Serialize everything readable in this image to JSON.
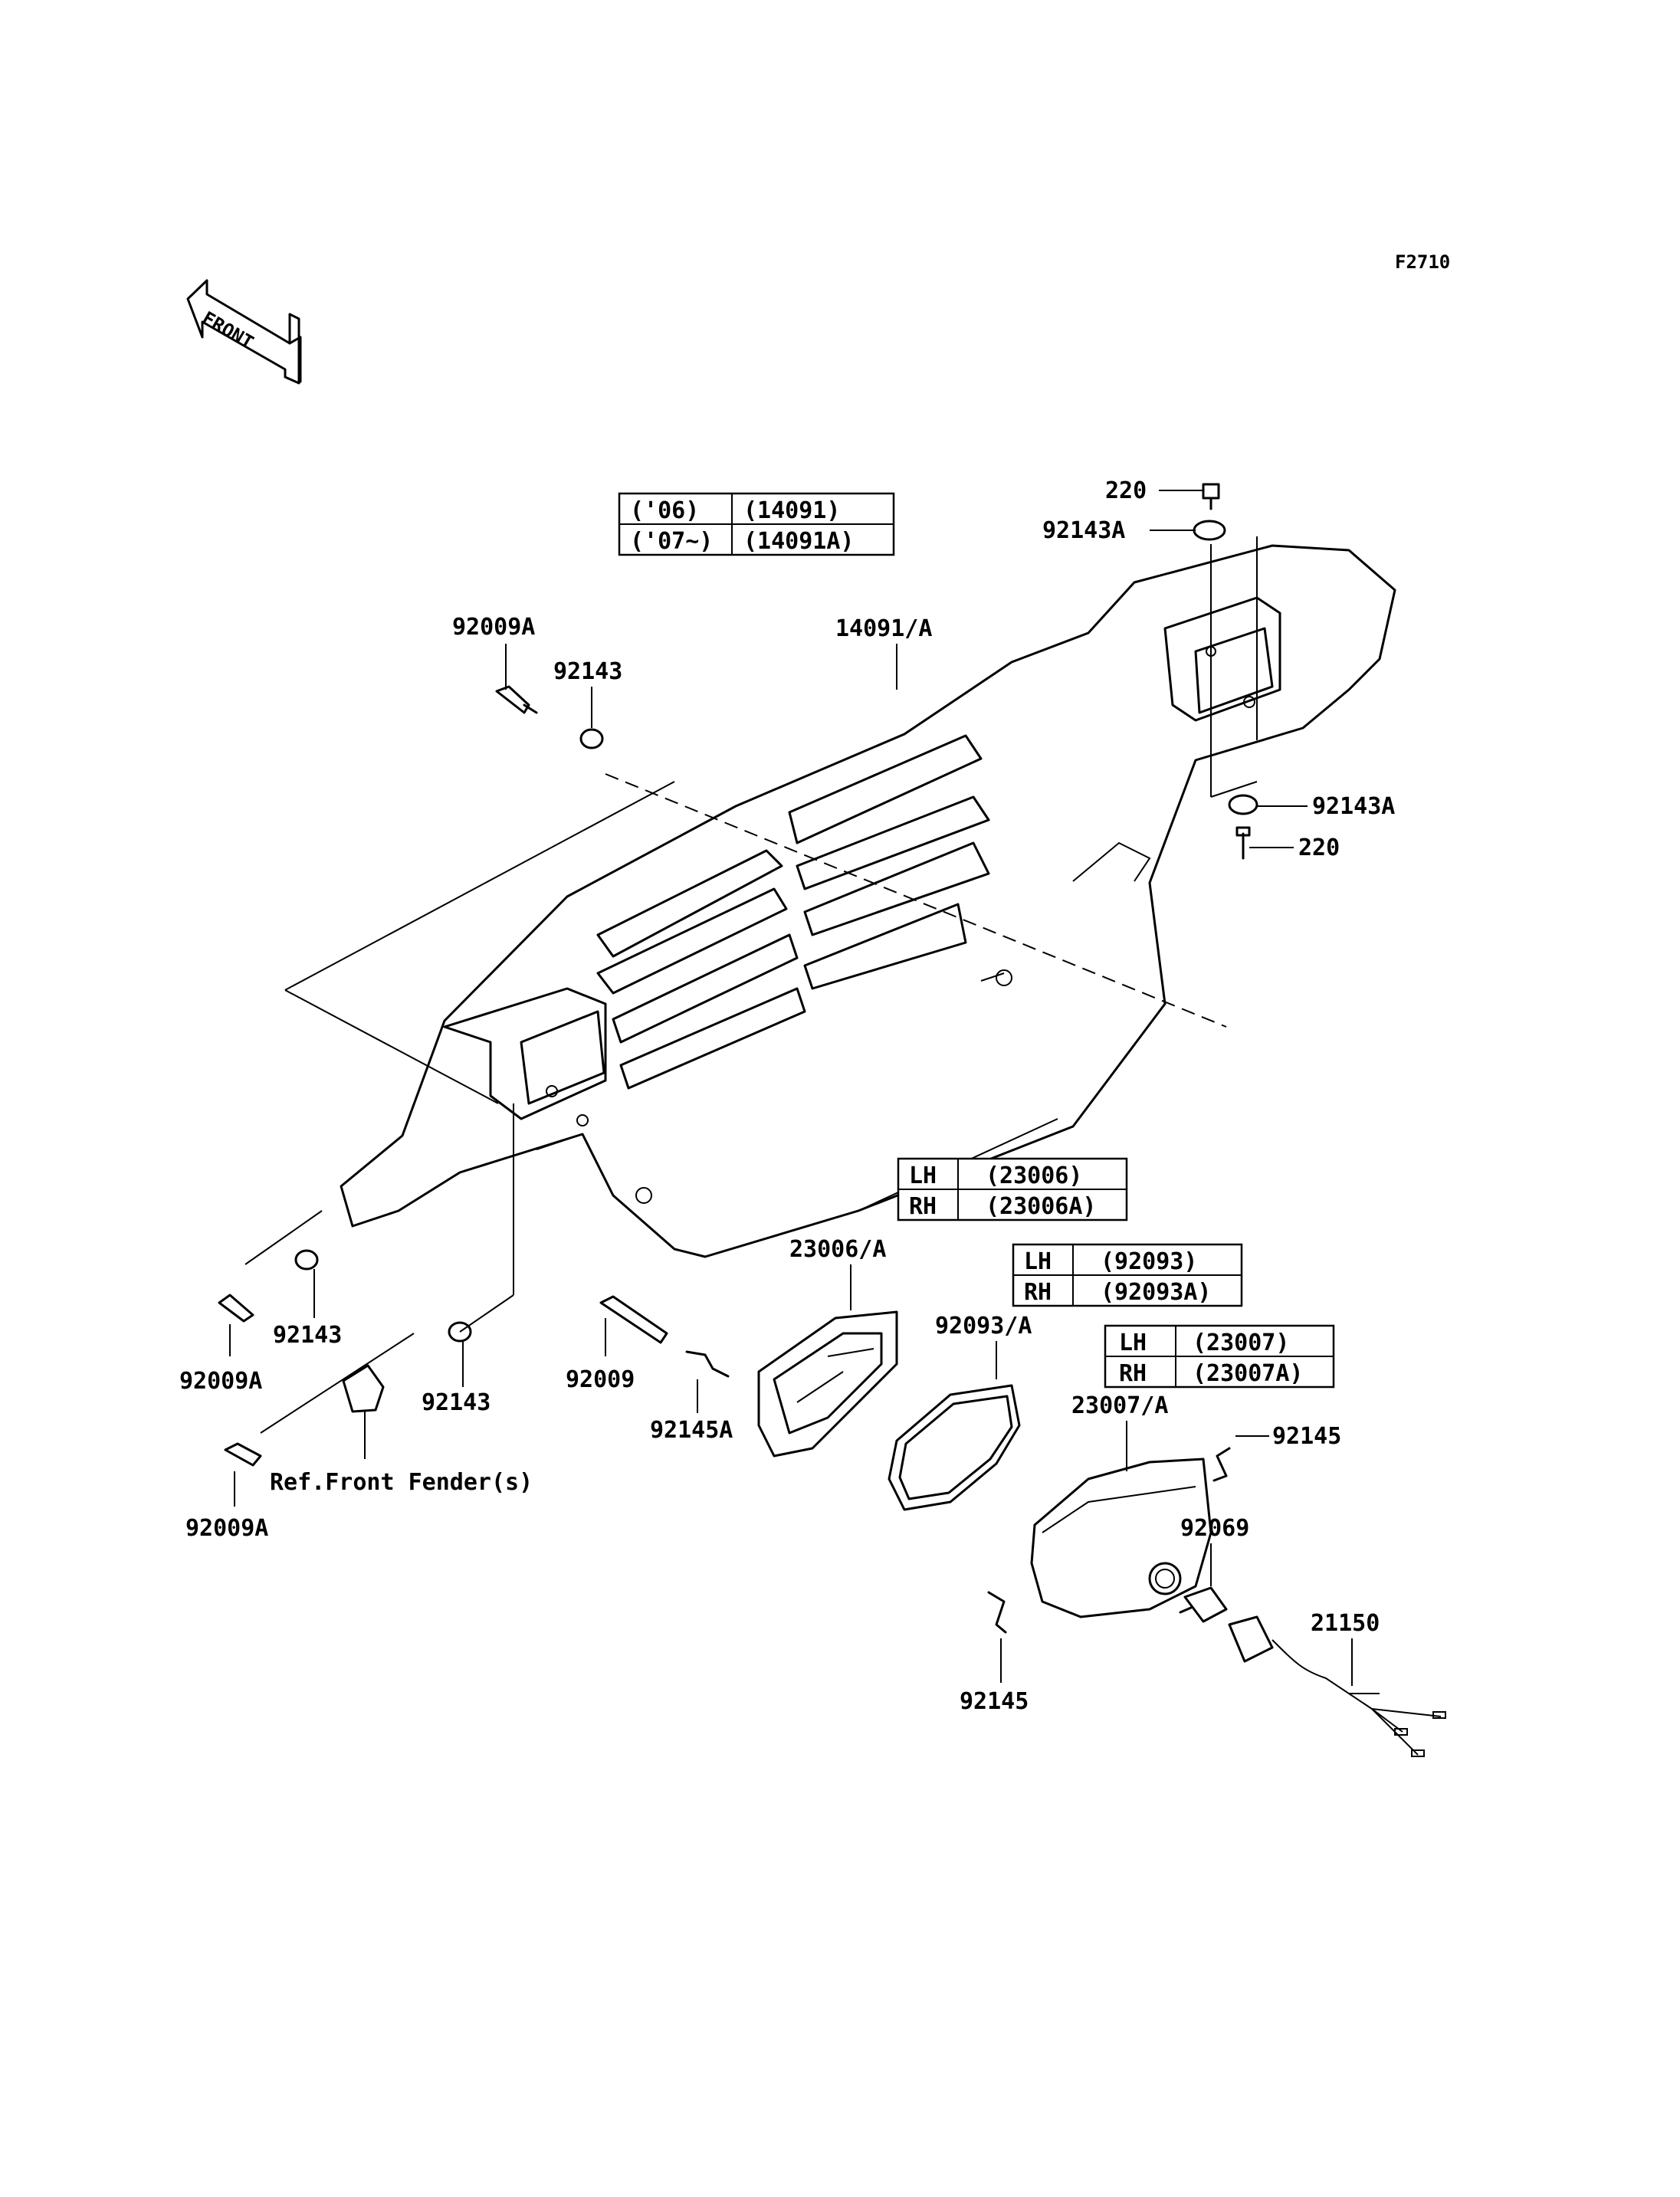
{
  "figure_code": "F2710",
  "front_label": "FRONT",
  "tables": {
    "cover": {
      "rows": [
        [
          "('06)",
          "(14091)"
        ],
        [
          "('07~)",
          "(14091A)"
        ]
      ]
    },
    "reflector": {
      "rows": [
        [
          "LH",
          "(23006)"
        ],
        [
          "RH",
          "(23006A)"
        ]
      ]
    },
    "gasket": {
      "rows": [
        [
          "LH",
          "(92093)"
        ],
        [
          "RH",
          "(92093A)"
        ]
      ]
    },
    "housing": {
      "rows": [
        [
          "LH",
          "(23007)"
        ],
        [
          "RH",
          "(23007A)"
        ]
      ]
    }
  },
  "callouts": {
    "p220_top": "220",
    "p92143A_top": "92143A",
    "p92009A_top": "92009A",
    "p92143_top": "92143",
    "p14091A": "14091/A",
    "p92143A_bot": "92143A",
    "p220_bot": "220",
    "p23006A": "23006/A",
    "p92093A": "92093/A",
    "p23007A": "23007/A",
    "p92145_right": "92145",
    "p92069": "92069",
    "p21150": "21150",
    "p92145_bot": "92145",
    "p92009A_left": "92009A",
    "p92143_left": "92143",
    "p92143_mid": "92143",
    "p92009": "92009",
    "p92145A": "92145A",
    "p92009A_bot": "92009A",
    "ref_fender": "Ref.Front Fender(s)"
  }
}
